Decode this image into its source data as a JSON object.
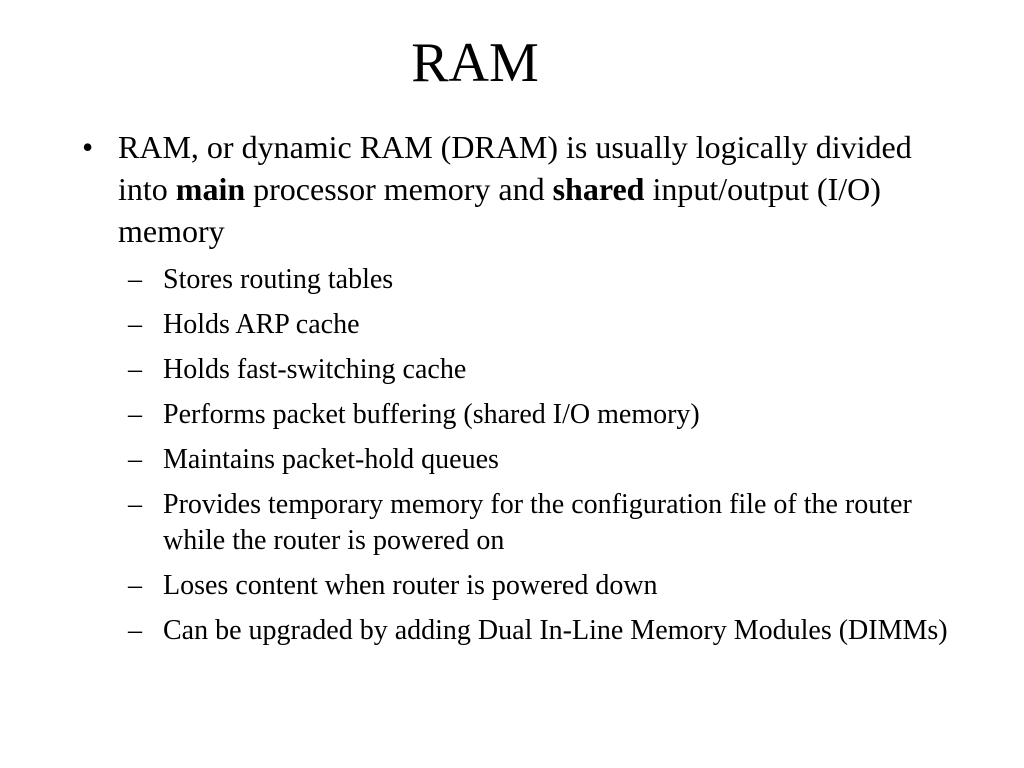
{
  "slide": {
    "title": "RAM",
    "main_bullet": {
      "marker": "•",
      "text_part1": "RAM, or dynamic RAM (DRAM) is usually logically divided into ",
      "bold1": "main",
      "text_part2": " processor memory and ",
      "bold2": "shared",
      "text_part3": " input/output (I/O) memory"
    },
    "sub_marker": "–",
    "sub_items": [
      "Stores routing tables",
      "Holds ARP cache",
      "Holds fast-switching cache",
      "Performs packet buffering (shared I/O memory)",
      "Maintains packet-hold queues",
      "Provides temporary memory for the configuration file of the router while the router is powered on",
      "Loses content when router is powered down",
      "Can be upgraded by adding Dual In-Line Memory Modules (DIMMs)"
    ]
  }
}
